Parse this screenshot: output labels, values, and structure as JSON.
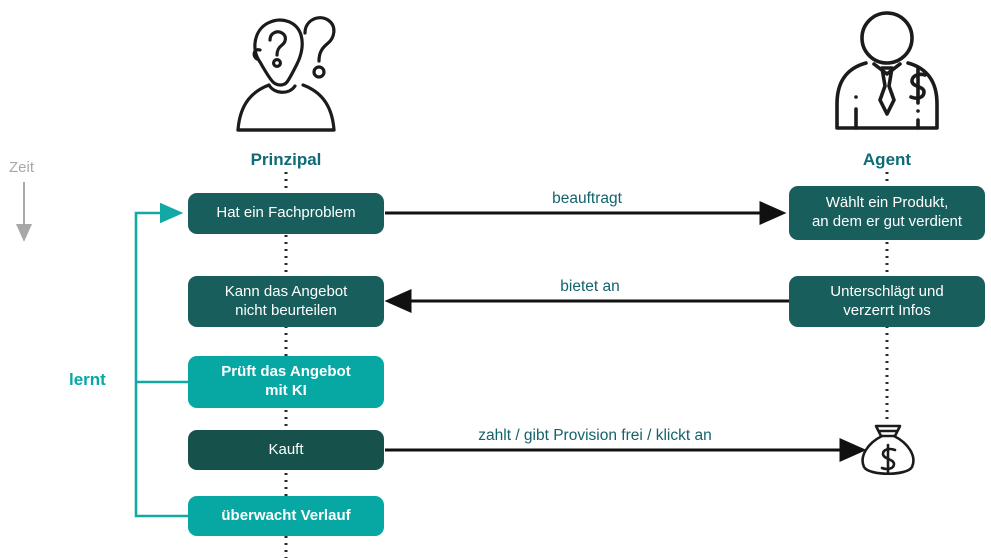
{
  "diagram": {
    "title_hidden": "",
    "time_axis": {
      "label": "Zeit",
      "color": "#a8a8a8"
    },
    "lanes": [
      {
        "id": "principal",
        "title": "Prinzipal",
        "icon": "confused-person-icon"
      },
      {
        "id": "agent",
        "title": "Agent",
        "icon": "businessman-dollar-icon"
      }
    ],
    "colors": {
      "dark_teal": "#175e5c",
      "darkest_teal": "#17514c",
      "bright_teal": "#07a8a4",
      "title_teal": "#0e6b77",
      "label_teal": "#14626c",
      "arrow_black": "#111111",
      "time_gray": "#a8a8a8"
    },
    "principal_steps": [
      {
        "id": "p1",
        "text": "Hat ein Fachproblem",
        "style": "dark"
      },
      {
        "id": "p2",
        "text": "Kann das Angebot nicht beurteilen",
        "line1": "Kann das Angebot",
        "line2": "nicht beurteilen",
        "style": "dark"
      },
      {
        "id": "p3",
        "text": "Prüft das Angebot mit KI",
        "line1": "Prüft das Angebot",
        "line2": "mit KI",
        "style": "bright"
      },
      {
        "id": "p4",
        "text": "Kauft",
        "style": "darker"
      },
      {
        "id": "p5",
        "text": "überwacht Verlauf",
        "style": "bright"
      }
    ],
    "agent_steps": [
      {
        "id": "a1",
        "text": "Wählt ein Produkt, an dem er gut verdient",
        "line1": "Wählt ein Produkt,",
        "line2": "an dem er gut verdient",
        "style": "dark"
      },
      {
        "id": "a2",
        "text": "Unterschlägt und verzerrt Infos",
        "line1": "Unterschlägt und",
        "line2": "verzerrt Infos",
        "style": "dark"
      }
    ],
    "messages": [
      {
        "id": "m1",
        "label": "beauftragt",
        "direction": "right"
      },
      {
        "id": "m2",
        "label": "bietet an",
        "direction": "left"
      },
      {
        "id": "m3",
        "label": "zahlt / gibt Provision frei / klickt an",
        "direction": "right"
      }
    ],
    "feedback_loop": {
      "label": "lernt",
      "color": "#07a8a4"
    },
    "money_bag": {
      "icon": "money-bag-icon",
      "symbol": "$"
    }
  }
}
